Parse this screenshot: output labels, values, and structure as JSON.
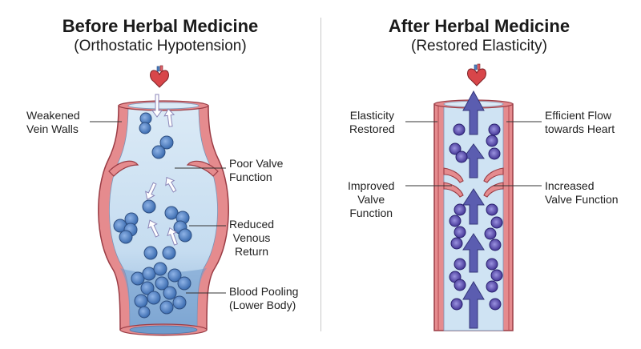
{
  "left": {
    "title": "Before Herbal Medicine",
    "subtitle": "(Orthostatic Hypotension)",
    "labels": {
      "weakened": "Weakened\nVein Walls",
      "poor_valve": "Poor Valve\nFunction",
      "reduced": "Reduced\nVenous\nReturn",
      "pooling": "Blood Pooling\n(Lower Body)"
    }
  },
  "right": {
    "title": "After Herbal Medicine",
    "subtitle": "(Restored Elasticity)",
    "labels": {
      "elasticity": "Elasticity\nRestored",
      "efficient": "Efficient Flow\ntowards Heart",
      "improved": "Improved\nValve\nFunction",
      "increased": "Increased\nValve Function"
    }
  },
  "icons": [
    "heart-icon"
  ],
  "colors": {
    "vessel_wall": "#e8868a",
    "vessel_wall_dark": "#b94a52",
    "blood_light": "#cfe3f3",
    "blood_pool": "#7fa9d3",
    "cell_blue": "#4d7fc1",
    "cell_purple": "#4f3f9e",
    "arrow_purple": "#5d5fb0"
  }
}
